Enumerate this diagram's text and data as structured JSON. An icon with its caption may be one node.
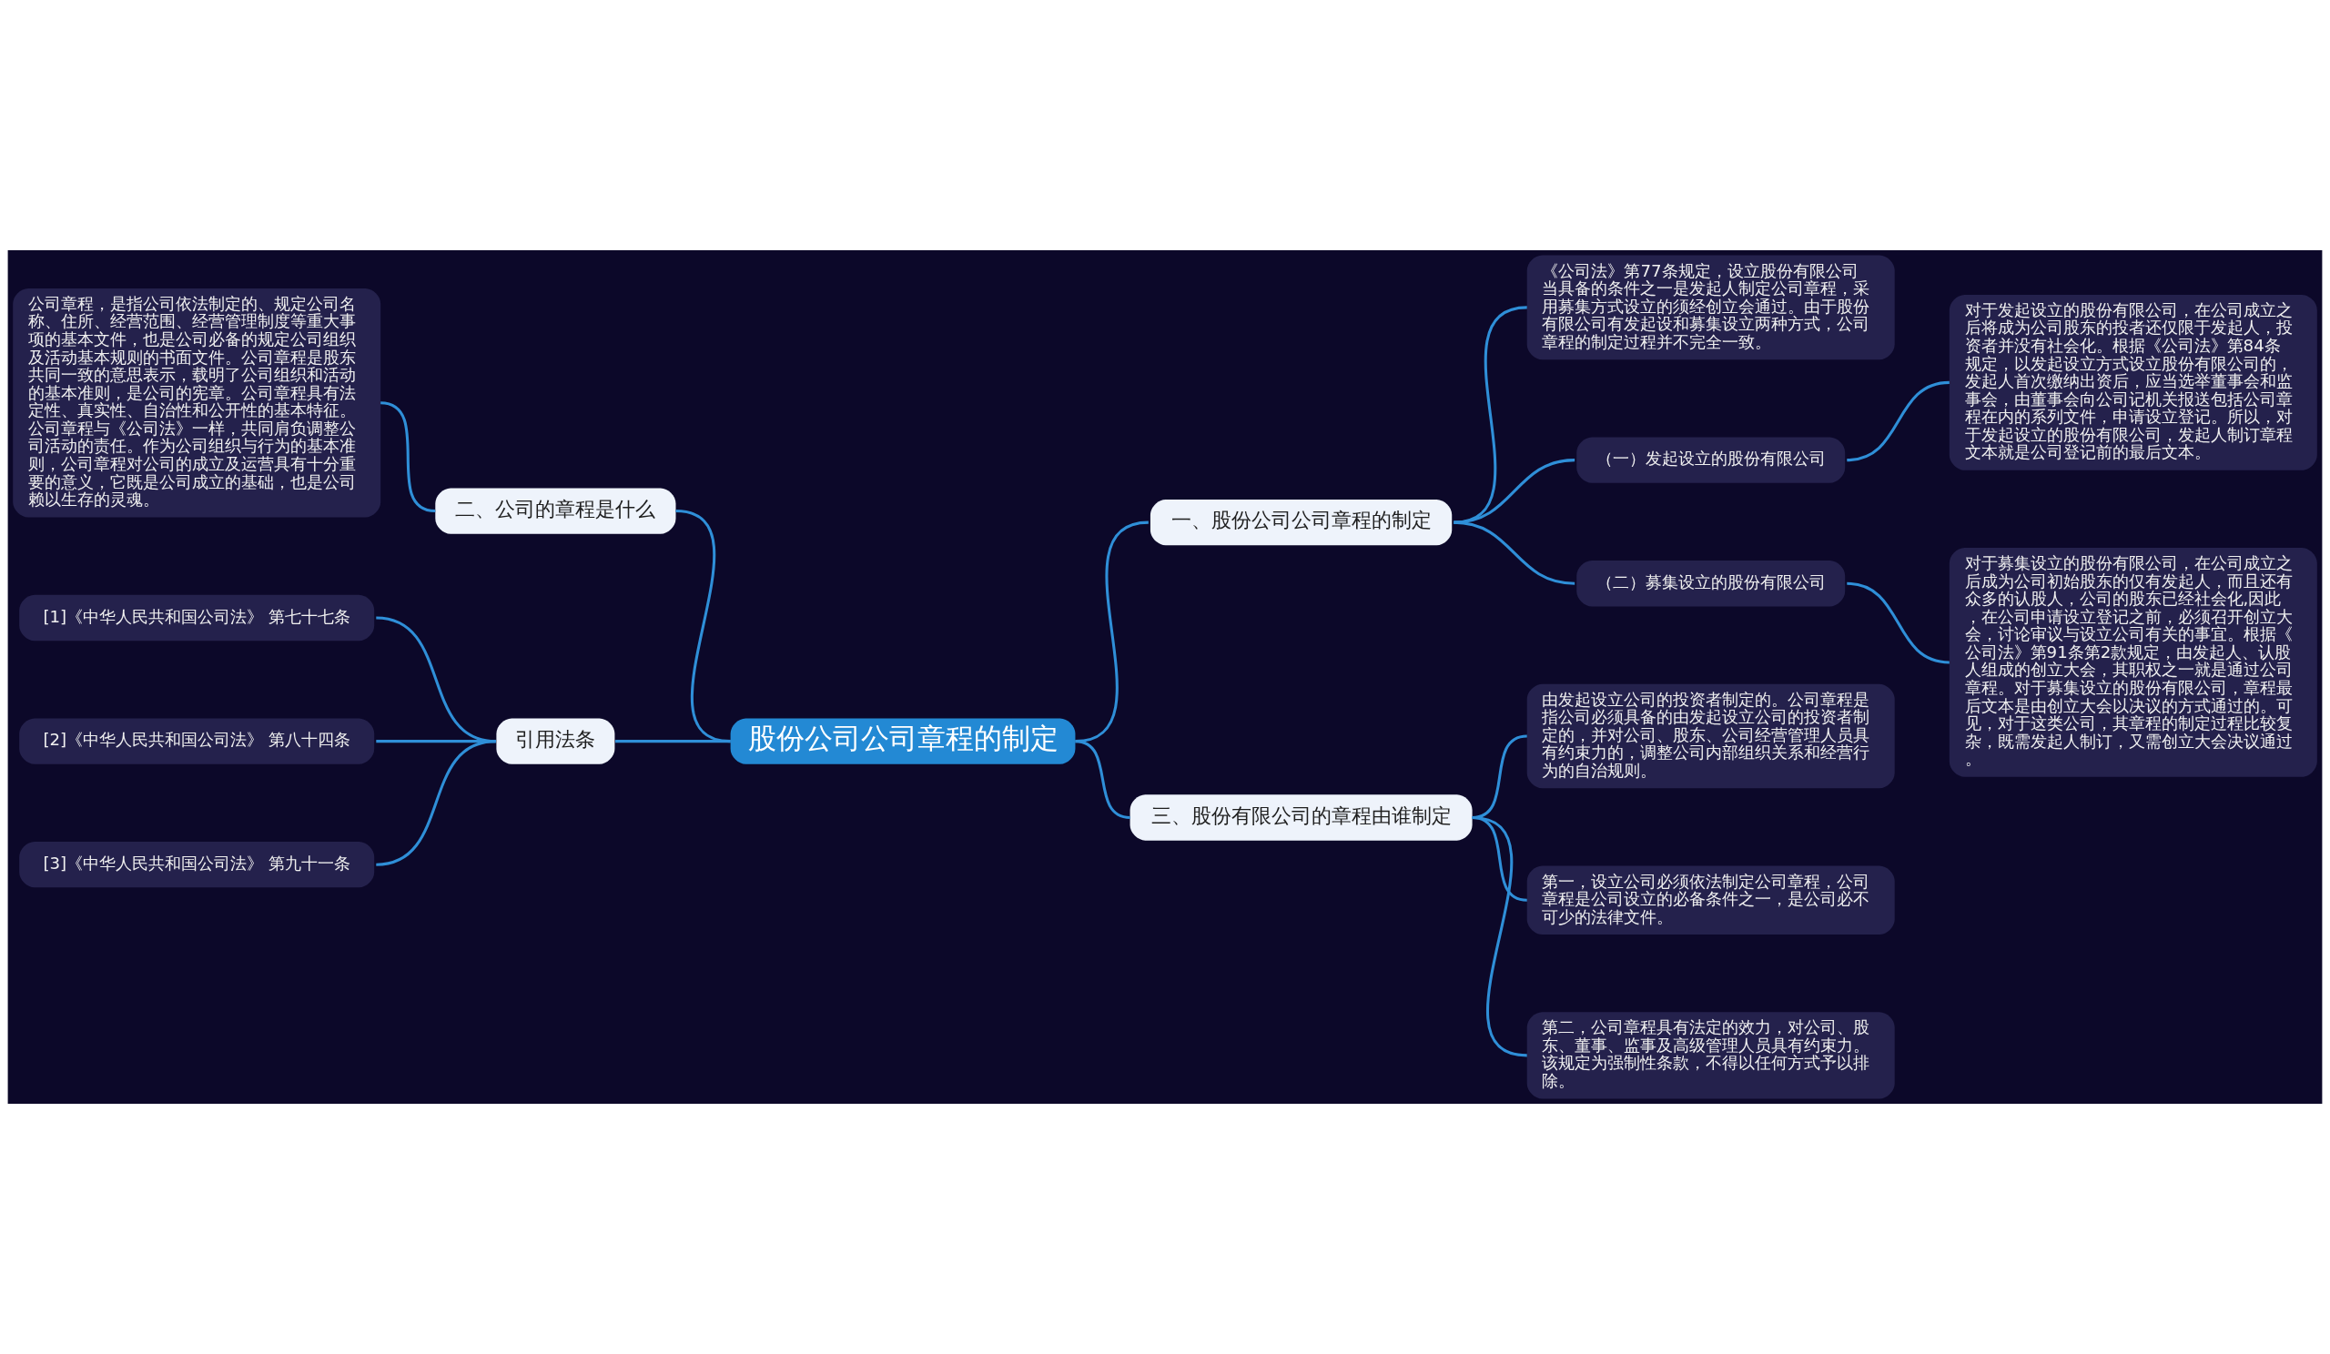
{
  "diagram": {
    "nodes": [
      {
        "text": [
          "股份公司公司章程的制定"
        ]
      },
      {
        "text": [
          "一、股份公司公司章程的制定"
        ]
      },
      {
        "text": [
          "《公司法》第77条规定，设立股份有限公司当具备的条件之一是发起人制定公司章程，采用募集方式设立的须经创立会通过。由于股份有限公司有发起设和募集设立两种方式，公司章程的制定过程并不完全一致。"
        ]
      },
      {
        "text": [
          "（一）发起设立的股份有限公司"
        ]
      },
      {
        "text": [
          "对于发起设立的股份有限公司，在公司成立之后将成为公司股东的投者还仅限于发起人，投资者并没有社会化。根据《公司法》第84条规定，以发起设立方式设立股份有限公司的，发起人首次缴纳出资后，应当选举董事会和监事会，由董事会向公司记机关报送包括公司章程在内的系列文件，申请设立登记。所以，对于发起设立的股份有限公司，发起人制订章程文本就是公司登记前的最后文本。"
        ]
      },
      {
        "text": [
          "（二）募集设立的股份有限公司"
        ]
      },
      {
        "text": [
          "对于募集设立的股份有限公司，在公司成立之后成为公司初始股东的仅有发起人，而且还有众多的认股人，公司的股东已经社会化,因此，在公司申请设立登记之前，必须召开创立大会，讨论审议与设立公司有关的事宜。根据《公司法》第91条第2款规定，由发起人、认股人组成的创立大会，其职权之一就是通过公司章程。对于募集设立的股份有限公司，章程最后文本是由创立大会以决议的方式通过的。可见，对于这类公司，其章程的制定过程比较复杂，既需发起人制订，又需创立大会决议通过。"
        ]
      },
      {
        "text": [
          "三、股份有限公司的章程由谁制定"
        ]
      },
      {
        "text": [
          "由发起设立公司的投资者制定的。公司章程是指公司必须具备的由发起设立公司的投资者制定的，并对公司、股东、公司经营管理人员具有约束力的，调整公司内部组织关系和经营行为的自治规则。"
        ]
      },
      {
        "text": [
          "第一，设立公司必须依法制定公司章程，公司章程是公司设立的必备条件之一，是公司必不可少的法律文件。"
        ]
      },
      {
        "text": [
          "第二，公司章程具有法定的效力，对公司、股东、董事、监事及高级管理人员具有约束力。该规定为强制性条款，不得以任何方式予以排除。"
        ]
      },
      {
        "text": [
          "二、公司的章程是什么"
        ]
      },
      {
        "text": [
          "公司章程，是指公司依法制定的、规定公司名称、住所、经营范围、经营管理制度等重大事项的基本文件，也是公司必备的规定公司组织及活动基本规则的书面文件。公司章程是股东共同一致的意思表示，载明了公司组织和活动的基本准则，是公司的宪章。公司章程具有法定性、真实性、自治性和公开性的基本特征。公司章程与《公司法》一样，共同肩负调整公司活动的责任。作为公司组织与行为的基本准则，公司章程对公司的成立及运营具有十分重要的意义，它既是公司成立的基础，也是公司赖以生存的灵魂。"
        ]
      },
      {
        "text": [
          "引用法条"
        ]
      },
      {
        "text": [
          "[1]《中华人民共和国公司法》 第七十七条"
        ]
      },
      {
        "text": [
          "[2]《中华人民共和国公司法》 第八十四条"
        ]
      },
      {
        "text": [
          "[3]《中华人民共和国公司法》 第九十一条"
        ]
      }
    ],
    "edges": [
      {
        "from": 0,
        "to": 1,
        "arrow": "none"
      },
      {
        "from": 1,
        "to": 2,
        "arrow": "none"
      },
      {
        "from": 1,
        "to": 3,
        "arrow": "none"
      },
      {
        "from": 3,
        "to": 4,
        "arrow": "none"
      },
      {
        "from": 1,
        "to": 5,
        "arrow": "none"
      },
      {
        "from": 5,
        "to": 6,
        "arrow": "none"
      },
      {
        "from": 0,
        "to": 7,
        "arrow": "none"
      },
      {
        "from": 7,
        "to": 8,
        "arrow": "none"
      },
      {
        "from": 7,
        "to": 9,
        "arrow": "none"
      },
      {
        "from": 7,
        "to": 10,
        "arrow": "none"
      },
      {
        "from": 0,
        "to": 11,
        "arrow": "none"
      },
      {
        "from": 11,
        "to": 12,
        "arrow": "none"
      },
      {
        "from": 0,
        "to": 13,
        "arrow": "none"
      },
      {
        "from": 13,
        "to": 14,
        "arrow": "none"
      },
      {
        "from": 13,
        "to": 15,
        "arrow": "none"
      },
      {
        "from": 13,
        "to": 16,
        "arrow": "none"
      }
    ]
  }
}
